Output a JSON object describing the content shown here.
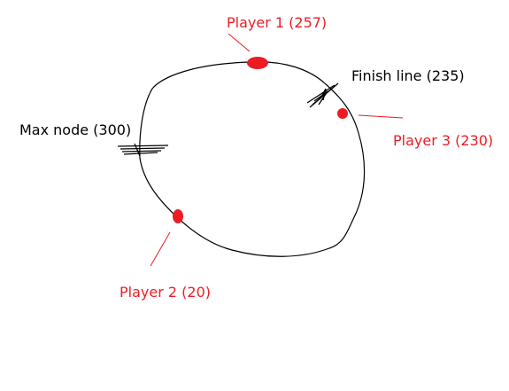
{
  "diagram": {
    "track": {
      "stroke_color": "#000000"
    },
    "marker_color": "#ed1c24",
    "label_color_black": "#000000",
    "label_color_red": "#ed1c24",
    "players": [
      {
        "label": "Player 1 (257)"
      },
      {
        "label": "Player 2 (20)"
      },
      {
        "label": "Player 3 (230)"
      }
    ],
    "markers": {
      "finish_line": {
        "label": "Finish line (235)"
      },
      "max_node": {
        "label": "Max node (300)"
      }
    }
  }
}
